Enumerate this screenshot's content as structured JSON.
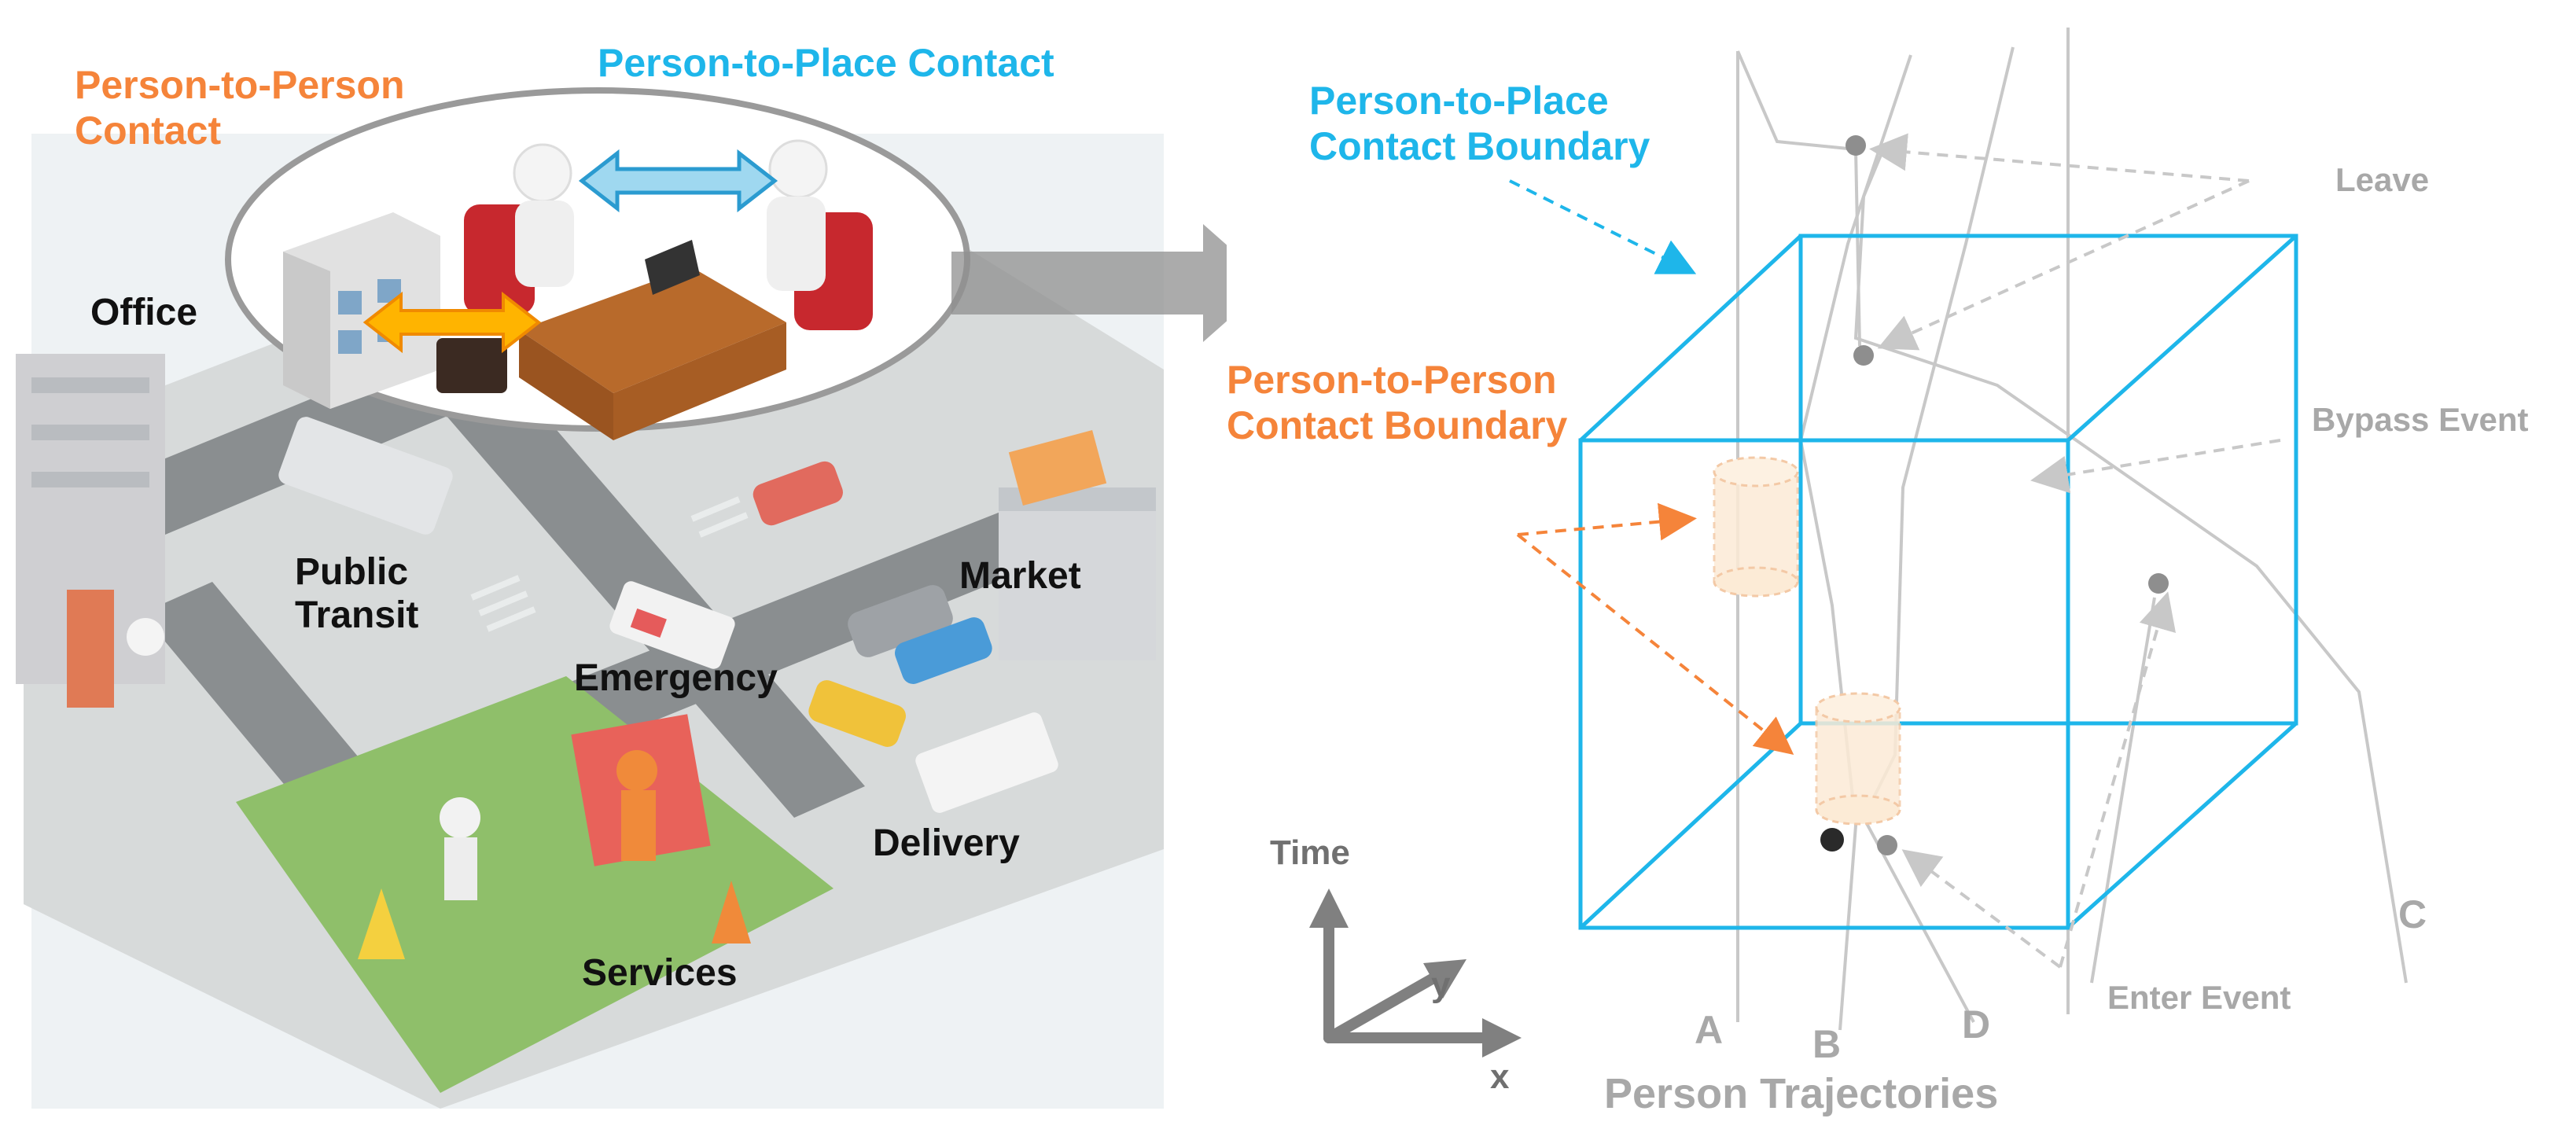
{
  "scene": {
    "title_p2p": [
      "Person-to-Person",
      "Contact"
    ],
    "title_p2place": "Person-to-Place Contact",
    "places": {
      "office": "Office",
      "public_transit": [
        "Public",
        "Transit"
      ],
      "market": "Market",
      "emergency": "Emergency",
      "delivery": "Delivery",
      "services": "Services"
    }
  },
  "diagram": {
    "p2place_boundary": [
      "Person-to-Place",
      "Contact Boundary"
    ],
    "p2p_boundary": [
      "Person-to-Person",
      "Contact Boundary"
    ],
    "events": {
      "leave": "Leave",
      "bypass": "Bypass Event",
      "enter": "Enter Event"
    },
    "axes": {
      "time": "Time",
      "y": "y",
      "x": "x"
    },
    "trajectories": {
      "labels": [
        "A",
        "B",
        "C",
        "D"
      ],
      "caption": "Person Trajectories"
    },
    "colors": {
      "boundary_cyan": "#1EB6EA",
      "p2p_orange": "#F5843A",
      "trajectory_gray": "#C8C8C8",
      "label_gray": "#A8A8A8"
    }
  }
}
